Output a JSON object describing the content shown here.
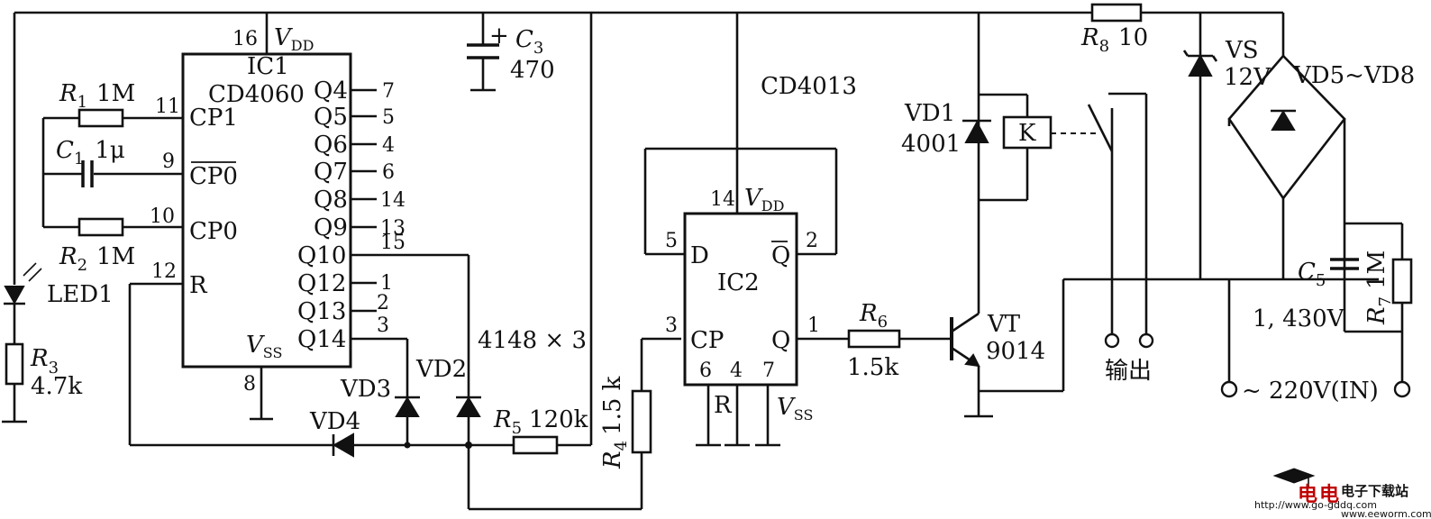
{
  "ic1": {
    "name": "IC1",
    "part": "CD4060",
    "pins_left": [
      {
        "num": "11",
        "name": "CP1"
      },
      {
        "num": "9",
        "name": "CP0",
        "overline": true
      },
      {
        "num": "10",
        "name": "CP0"
      },
      {
        "num": "12",
        "name": "R"
      }
    ],
    "pins_right": [
      {
        "name": "Q4",
        "num": "7"
      },
      {
        "name": "Q5",
        "num": "5"
      },
      {
        "name": "Q6",
        "num": "4"
      },
      {
        "name": "Q7",
        "num": "6"
      },
      {
        "name": "Q8",
        "num": "14"
      },
      {
        "name": "Q9",
        "num": "13"
      },
      {
        "name": "Q10",
        "num": "15"
      },
      {
        "name": "Q12",
        "num": "1"
      },
      {
        "name": "Q13",
        "num": "2"
      },
      {
        "name": "Q14",
        "num": "3"
      }
    ],
    "vdd_pin": "16",
    "vss_pin": "8",
    "vdd_label": "V",
    "vdd_sub": "DD",
    "vss_label": "V",
    "vss_sub": "SS"
  },
  "ic2": {
    "name": "IC2",
    "part": "CD4013",
    "pins": {
      "d": {
        "num": "5",
        "name": "D"
      },
      "qbar": {
        "num": "2",
        "name": "Q"
      },
      "cp": {
        "num": "3",
        "name": "CP"
      },
      "q": {
        "num": "1",
        "name": "Q"
      },
      "vdd": {
        "num": "14",
        "label": "V",
        "sub": "DD"
      },
      "s": {
        "num": "6"
      },
      "r": {
        "num": "4",
        "name": "R"
      },
      "vss": {
        "num": "7",
        "label": "V",
        "sub": "SS"
      }
    }
  },
  "components": {
    "r1": {
      "ref": "R",
      "sub": "1",
      "value": "1M"
    },
    "c1": {
      "ref": "C",
      "sub": "1",
      "value": "1μ"
    },
    "r2": {
      "ref": "R",
      "sub": "2",
      "value": "1M"
    },
    "led1": {
      "ref": "LED1"
    },
    "r3": {
      "ref": "R",
      "sub": "3",
      "value": "4.7k"
    },
    "c3": {
      "ref": "C",
      "sub": "3",
      "value": "470",
      "polarity": "+"
    },
    "diodes_note": "4148 × 3",
    "vd2": {
      "ref": "VD2"
    },
    "vd3": {
      "ref": "VD3"
    },
    "vd4": {
      "ref": "VD4"
    },
    "r5": {
      "ref": "R",
      "sub": "5",
      "value": "120k"
    },
    "r4": {
      "ref": "R",
      "sub": "4",
      "value": "1.5 k"
    },
    "r6": {
      "ref": "R",
      "sub": "6",
      "value": "1.5k"
    },
    "vt": {
      "ref": "VT",
      "value": "9014"
    },
    "vd1": {
      "ref": "VD1",
      "value": "4001"
    },
    "relay": {
      "ref": "K"
    },
    "r8": {
      "ref": "R",
      "sub": "8",
      "value": "10"
    },
    "vs": {
      "ref": "VS",
      "value": "12V"
    },
    "bridge": {
      "ref": "VD5~VD8"
    },
    "c5": {
      "ref": "C",
      "sub": "5",
      "value": "1, 430V"
    },
    "r7": {
      "ref": "R",
      "sub": "7",
      "value": "1M"
    }
  },
  "terminals": {
    "output_label": "输出",
    "mains_label": "~ 220V(IN)"
  },
  "watermark": {
    "brand": "电子下载站",
    "url1": "http://www.go-gddq.com",
    "url2": "www.eeworm.com"
  }
}
